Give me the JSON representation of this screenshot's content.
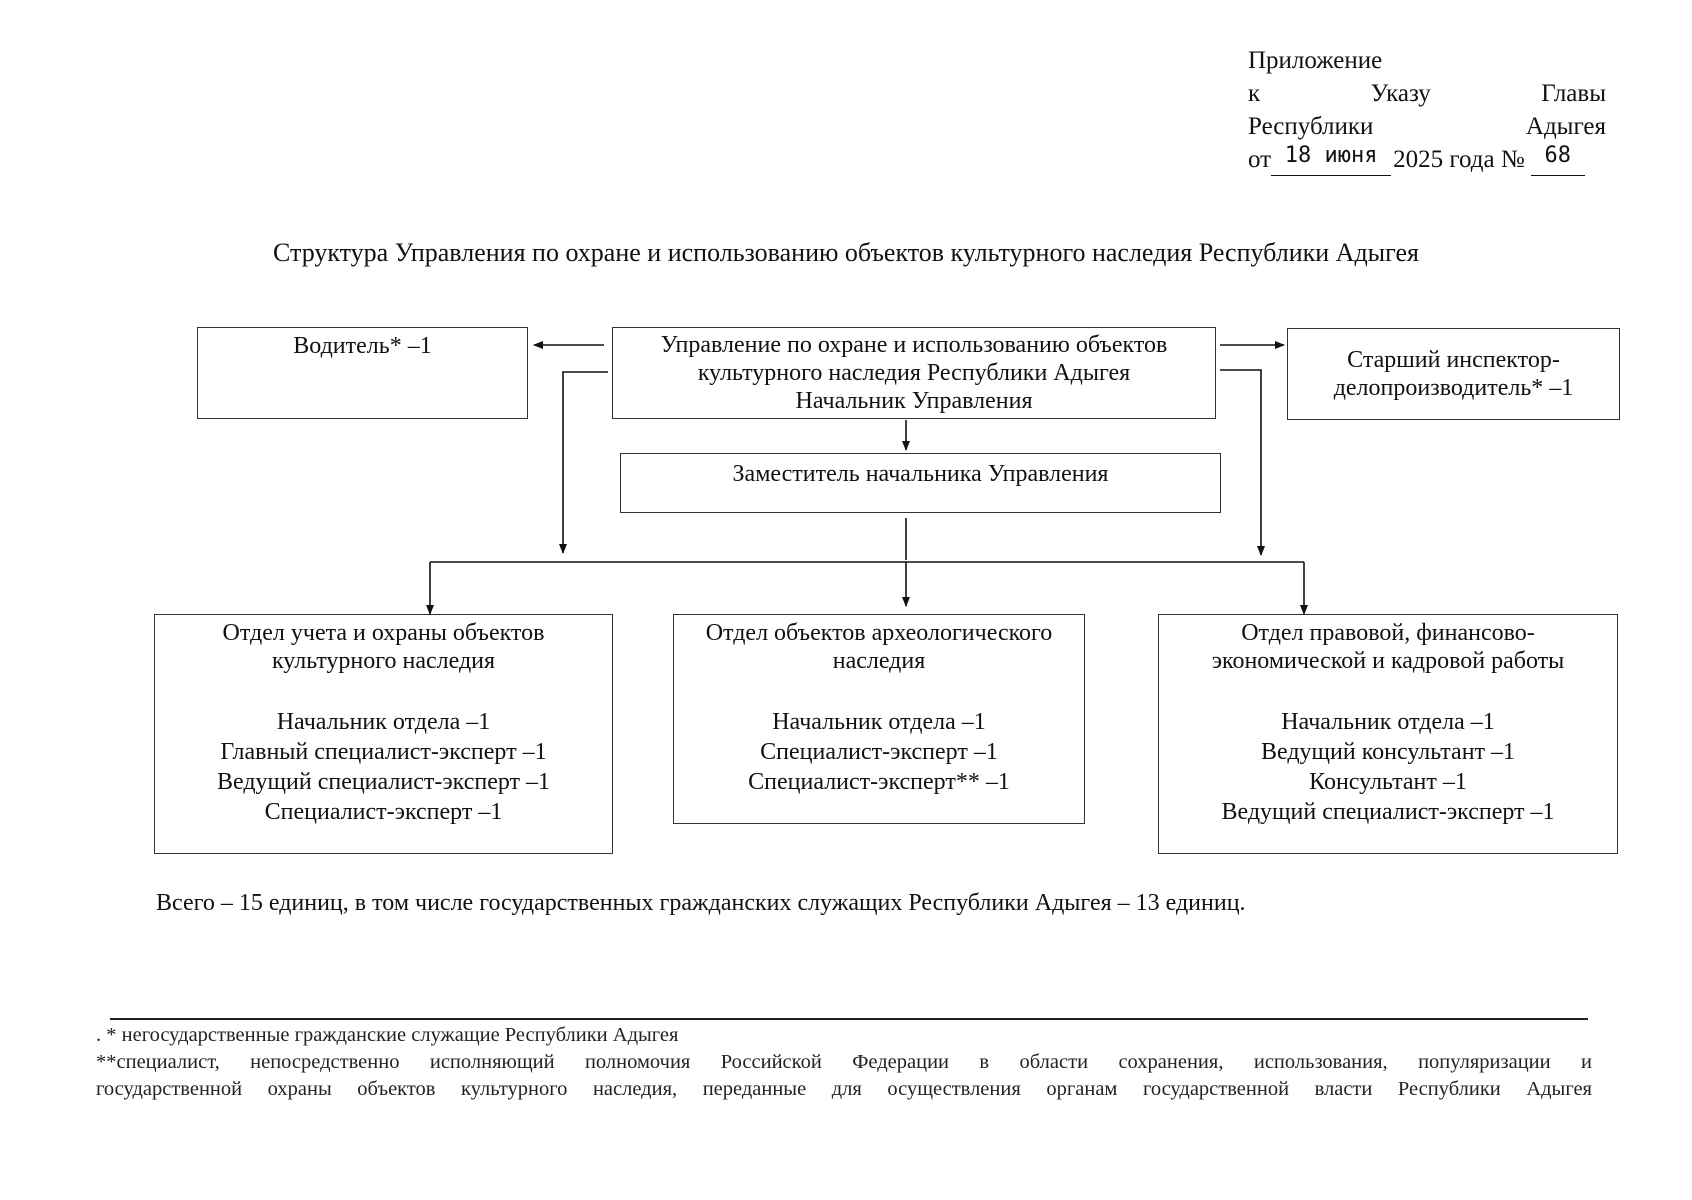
{
  "appendix": {
    "line1": "Приложение",
    "line2": [
      "к",
      "Указу",
      "Главы"
    ],
    "line3": [
      "Республики",
      "Адыгея"
    ],
    "date_prefix": "от",
    "date_value": "18 июня",
    "date_suffix": "2025 года №",
    "number_value": "68"
  },
  "title": "Структура Управления по охране и использованию объектов культурного наследия Республики Адыгея",
  "boxes": {
    "driver": "Водитель* –1",
    "head": [
      "Управление по охране и использованию объектов",
      "культурного наследия Республики Адыгея",
      "Начальник Управления"
    ],
    "inspector": [
      "Старший инспектор-",
      "делопроизводитель* –1"
    ],
    "deputy": "Заместитель начальника Управления"
  },
  "departments": [
    {
      "title": [
        "Отдел учета и охраны объектов",
        "культурного наследия"
      ],
      "staff": [
        "Начальник отдела –1",
        "Главный специалист-эксперт –1",
        "Ведущий специалист-эксперт –1",
        "Специалист-эксперт –1"
      ]
    },
    {
      "title": [
        "Отдел объектов археологического",
        "наследия"
      ],
      "staff": [
        "Начальник отдела –1",
        "Специалист-эксперт –1",
        "Специалист-эксперт** –1"
      ]
    },
    {
      "title": [
        "Отдел правовой, финансово-",
        "экономической и кадровой работы"
      ],
      "staff": [
        "Начальник отдела –1",
        "Ведущий консультант –1",
        "Консультант –1",
        "Ведущий специалист-эксперт –1"
      ]
    }
  ],
  "total": "Всего – 15 единиц, в том числе государственных гражданских служащих Республики Адыгея – 13 единиц.",
  "footnotes": {
    "note1": ". * негосударственные гражданские служащие Республики Адыгея",
    "note2_line1": "**специалист, непосредственно исполняющий полномочия Российской Федерации в области сохранения, использования, популяризации и",
    "note2_line2": "государственной охраны объектов культурного наследия, переданные для осуществления органам государственной власти Республики Адыгея"
  }
}
